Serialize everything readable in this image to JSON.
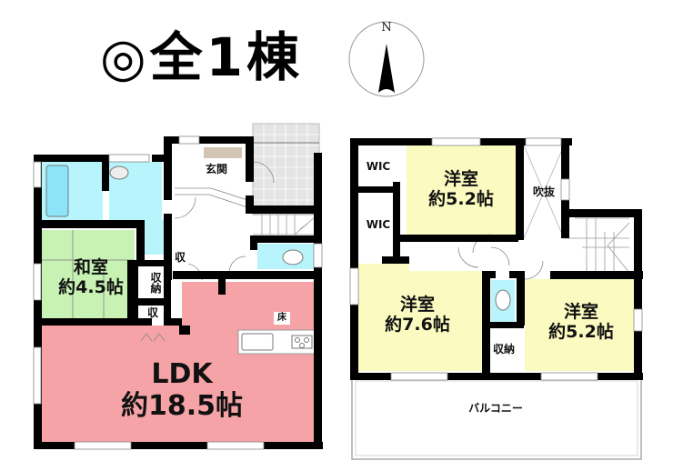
{
  "header": {
    "title": "◎全1棟",
    "compass_label": "N"
  },
  "colors": {
    "wall": "#000000",
    "ldk": "#F5A3A6",
    "washitsu": "#C8F2B4",
    "wet_area": "#B8F4FC",
    "youshitsu": "#FBFAC0",
    "entrance_step": "#D4C4B4",
    "porch_tile": "#E4E4E4"
  },
  "floor1": {
    "rooms": [
      {
        "id": "ldk",
        "name": "LDK",
        "size": "約18.5帖"
      },
      {
        "id": "washitsu",
        "name": "和室",
        "size": "約4.5帖"
      },
      {
        "id": "genkan",
        "name": "玄関"
      },
      {
        "id": "storage_1",
        "name": "収納"
      },
      {
        "id": "storage_2",
        "name": "収"
      },
      {
        "id": "storage_3",
        "name": "収"
      },
      {
        "id": "floor_storage",
        "name": "床"
      }
    ]
  },
  "floor2": {
    "rooms": [
      {
        "id": "youshitsu_a",
        "name": "洋室",
        "size": "約5.2帖"
      },
      {
        "id": "youshitsu_b",
        "name": "洋室",
        "size": "約7.6帖"
      },
      {
        "id": "youshitsu_c",
        "name": "洋室",
        "size": "約5.2帖"
      },
      {
        "id": "wic_1",
        "name": "WIC"
      },
      {
        "id": "wic_2",
        "name": "WIC"
      },
      {
        "id": "fukinuke",
        "name": "吹抜"
      },
      {
        "id": "storage_4",
        "name": "収納"
      },
      {
        "id": "balcony",
        "name": "バルコニー"
      }
    ]
  }
}
